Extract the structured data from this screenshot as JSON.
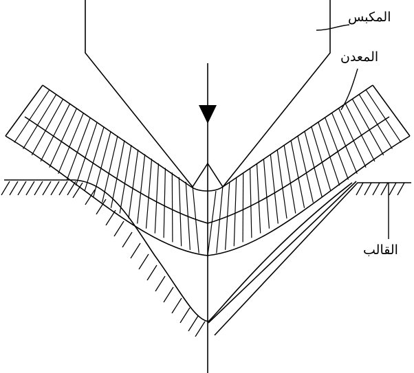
{
  "labels": {
    "punch": "المكبس",
    "metal": "المعدن",
    "die": "القالب"
  },
  "colors": {
    "stroke": "#000000",
    "background": "#ffffff"
  }
}
